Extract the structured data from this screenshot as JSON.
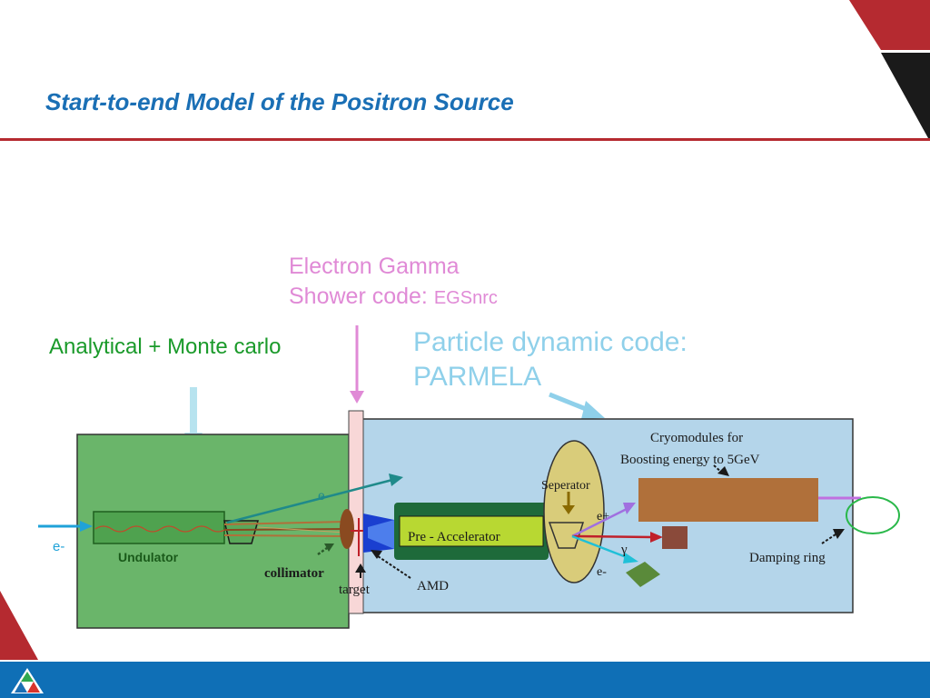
{
  "slide": {
    "title": "Start-to-end Model of the Positron Source"
  },
  "annotations": {
    "egs_line1": "Electron Gamma",
    "egs_line2_prefix": "Shower code: ",
    "egs_line2_code_caps": "EGS",
    "egs_line2_code_small": "nrc",
    "analytical": "Analytical + Monte carlo",
    "parmela_line1": "Particle dynamic code:",
    "parmela_line2": "PARMELA"
  },
  "diagram": {
    "cryomodules_line1": "Cryomodules for",
    "cryomodules_line2": "Boosting energy to 5GeV",
    "undulator": "Undulator",
    "collimator": "collimator",
    "target": "target",
    "amd": "AMD",
    "pre_accelerator": "Pre  - Accelerator",
    "separator": "Seperator",
    "damping_ring": "Damping ring",
    "e_minus_in": "e-",
    "e_minus_out": "e-",
    "e_plus": "e+",
    "gamma": "γ",
    "e_minus_sep": "e-"
  },
  "colors": {
    "title_blue": "#1a6fb5",
    "rule_red": "#b52a30",
    "footer_blue": "#0f6fb6",
    "egs_pink": "#e08ad6",
    "analytical_green": "#1a9a2a",
    "parmela_blue": "#8fd0ea",
    "undulator_region": "#6ab56a",
    "accelerator_region": "#b4d5ea",
    "cryomodule_brown": "#b0703a"
  }
}
